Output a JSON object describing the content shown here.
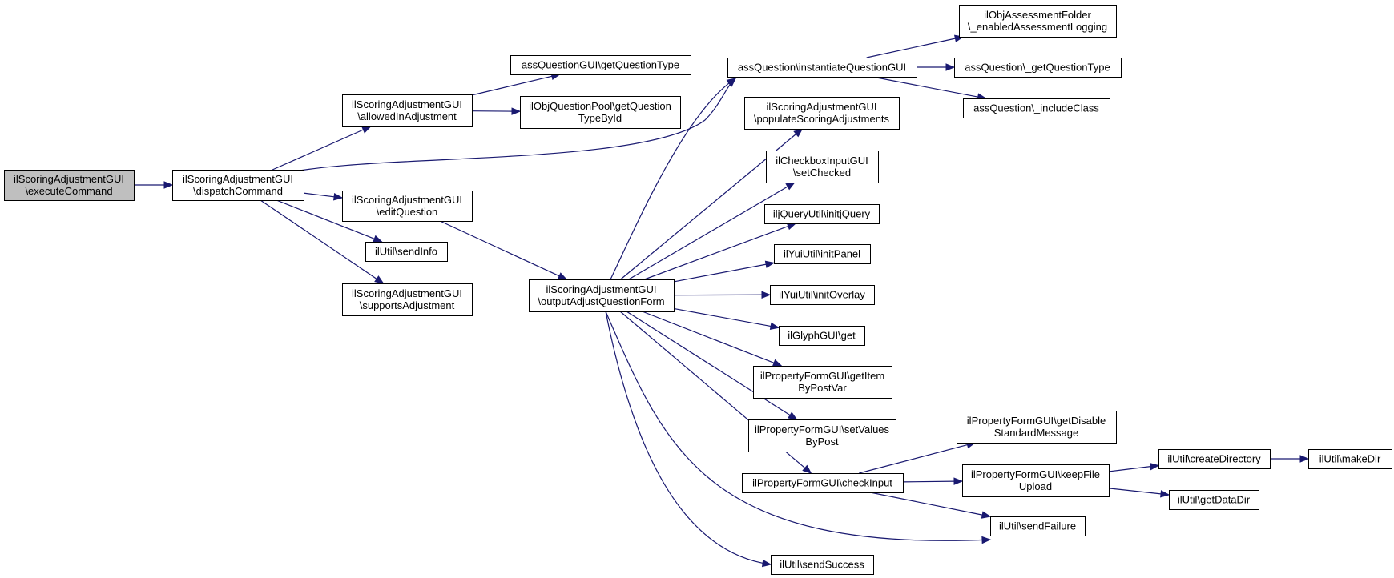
{
  "title": "",
  "colors": {
    "edge": "#191970",
    "node_border": "#000000",
    "node_fill": "#ffffff",
    "root_fill": "#bfbfbf"
  },
  "nodes": [
    {
      "id": "root",
      "lines": [
        "ilScoringAdjustmentGUI",
        "\\executeCommand"
      ],
      "root": true
    },
    {
      "id": "dispatch",
      "lines": [
        "ilScoringAdjustmentGUI",
        "\\dispatchCommand"
      ]
    },
    {
      "id": "allowed",
      "lines": [
        "ilScoringAdjustmentGUI",
        "\\allowedInAdjustment"
      ]
    },
    {
      "id": "editq",
      "lines": [
        "ilScoringAdjustmentGUI",
        "\\editQuestion"
      ]
    },
    {
      "id": "sendinfo",
      "lines": [
        "ilUtil\\sendInfo"
      ]
    },
    {
      "id": "supports",
      "lines": [
        "ilScoringAdjustmentGUI",
        "\\supportsAdjustment"
      ]
    },
    {
      "id": "getqtype",
      "lines": [
        "assQuestionGUI\\getQuestionType"
      ]
    },
    {
      "id": "qtypebyid",
      "lines": [
        "ilObjQuestionPool\\getQuestion",
        "TypeById"
      ]
    },
    {
      "id": "output",
      "lines": [
        "ilScoringAdjustmentGUI",
        "\\outputAdjustQuestionForm"
      ]
    },
    {
      "id": "instantiate",
      "lines": [
        "assQuestion\\instantiateQuestionGUI"
      ]
    },
    {
      "id": "populate",
      "lines": [
        "ilScoringAdjustmentGUI",
        "\\populateScoringAdjustments"
      ]
    },
    {
      "id": "setchecked",
      "lines": [
        "ilCheckboxInputGUI",
        "\\setChecked"
      ]
    },
    {
      "id": "initjquery",
      "lines": [
        "iljQueryUtil\\initjQuery"
      ]
    },
    {
      "id": "initpanel",
      "lines": [
        "ilYuiUtil\\initPanel"
      ]
    },
    {
      "id": "initoverlay",
      "lines": [
        "ilYuiUtil\\initOverlay"
      ]
    },
    {
      "id": "glyph",
      "lines": [
        "ilGlyphGUI\\get"
      ]
    },
    {
      "id": "getitem",
      "lines": [
        "ilPropertyFormGUI\\getItem",
        "ByPostVar"
      ]
    },
    {
      "id": "setvalues",
      "lines": [
        "ilPropertyFormGUI\\setValues",
        "ByPost"
      ]
    },
    {
      "id": "checkinput",
      "lines": [
        "ilPropertyFormGUI\\checkInput"
      ]
    },
    {
      "id": "sendsuccess",
      "lines": [
        "ilUtil\\sendSuccess"
      ]
    },
    {
      "id": "enabledlog",
      "lines": [
        "ilObjAssessmentFolder",
        "\\_enabledAssessmentLogging"
      ]
    },
    {
      "id": "getqtype2",
      "lines": [
        "assQuestion\\_getQuestionType"
      ]
    },
    {
      "id": "includeclass",
      "lines": [
        "assQuestion\\_includeClass"
      ]
    },
    {
      "id": "getdisable",
      "lines": [
        "ilPropertyFormGUI\\getDisable",
        "StandardMessage"
      ]
    },
    {
      "id": "keepfile",
      "lines": [
        "ilPropertyFormGUI\\keepFile",
        "Upload"
      ]
    },
    {
      "id": "sendfailure",
      "lines": [
        "ilUtil\\sendFailure"
      ]
    },
    {
      "id": "createdir",
      "lines": [
        "ilUtil\\createDirectory"
      ]
    },
    {
      "id": "getdatadir",
      "lines": [
        "ilUtil\\getDataDir"
      ]
    },
    {
      "id": "makedir",
      "lines": [
        "ilUtil\\makeDir"
      ]
    }
  ],
  "edges": [
    {
      "from": "root",
      "to": "dispatch"
    },
    {
      "from": "dispatch",
      "to": "allowed"
    },
    {
      "from": "dispatch",
      "to": "instantiate"
    },
    {
      "from": "dispatch",
      "to": "editq"
    },
    {
      "from": "dispatch",
      "to": "sendinfo"
    },
    {
      "from": "dispatch",
      "to": "supports"
    },
    {
      "from": "allowed",
      "to": "getqtype"
    },
    {
      "from": "allowed",
      "to": "qtypebyid"
    },
    {
      "from": "editq",
      "to": "output"
    },
    {
      "from": "output",
      "to": "instantiate"
    },
    {
      "from": "output",
      "to": "populate"
    },
    {
      "from": "output",
      "to": "setchecked"
    },
    {
      "from": "output",
      "to": "initjquery"
    },
    {
      "from": "output",
      "to": "initpanel"
    },
    {
      "from": "output",
      "to": "initoverlay"
    },
    {
      "from": "output",
      "to": "glyph"
    },
    {
      "from": "output",
      "to": "getitem"
    },
    {
      "from": "output",
      "to": "setvalues"
    },
    {
      "from": "output",
      "to": "checkinput"
    },
    {
      "from": "output",
      "to": "sendfailure"
    },
    {
      "from": "output",
      "to": "sendsuccess"
    },
    {
      "from": "instantiate",
      "to": "enabledlog"
    },
    {
      "from": "instantiate",
      "to": "getqtype2"
    },
    {
      "from": "instantiate",
      "to": "includeclass"
    },
    {
      "from": "checkinput",
      "to": "getdisable"
    },
    {
      "from": "checkinput",
      "to": "keepfile"
    },
    {
      "from": "checkinput",
      "to": "sendfailure"
    },
    {
      "from": "keepfile",
      "to": "createdir"
    },
    {
      "from": "keepfile",
      "to": "getdatadir"
    },
    {
      "from": "createdir",
      "to": "makedir"
    }
  ]
}
